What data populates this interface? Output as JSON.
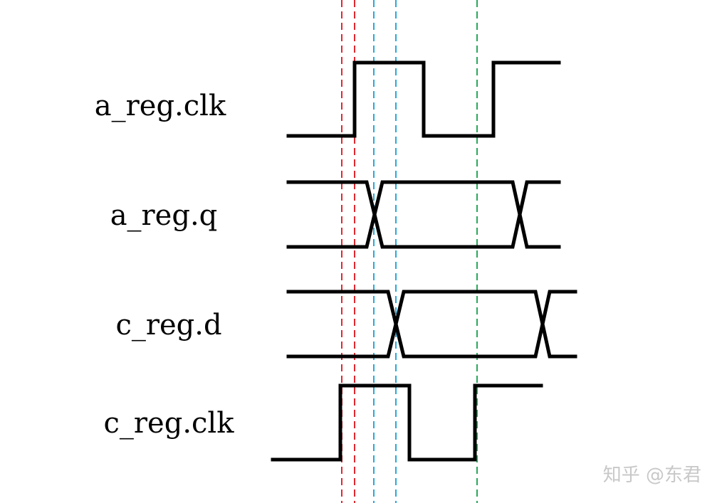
{
  "signals": [
    {
      "label": "a_reg.clk",
      "kind": "clock"
    },
    {
      "label": "a_reg.q",
      "kind": "data"
    },
    {
      "label": "c_reg.d",
      "kind": "data"
    },
    {
      "label": "c_reg.clk",
      "kind": "clock"
    }
  ],
  "watermark": "知乎 @东君",
  "colors": {
    "wave": "#000000",
    "guide_red": "#e0282f",
    "guide_blue": "#2aa8d8",
    "guide_green": "#2aa85a",
    "watermark": "#c8c8c8"
  }
}
